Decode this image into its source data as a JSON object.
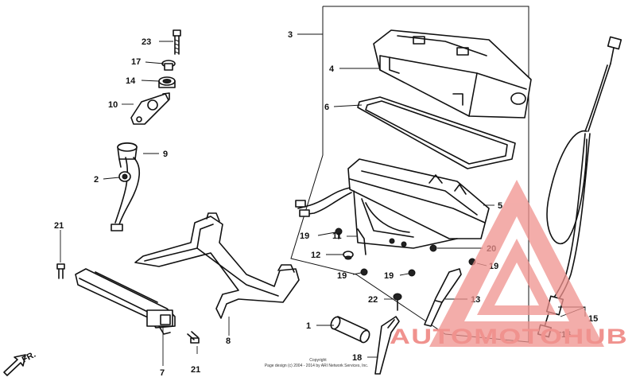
{
  "diagram": {
    "callouts": {
      "c1": "1",
      "c2": "2",
      "c3": "3",
      "c4": "4",
      "c5": "5",
      "c6": "6",
      "c7": "7",
      "c8": "8",
      "c9": "9",
      "c10": "10",
      "c11": "11",
      "c12": "12",
      "c13": "13",
      "c14": "14",
      "c15": "15",
      "c16": "16",
      "c17": "17",
      "c18": "18",
      "c19a": "19",
      "c19b": "19",
      "c19c": "19",
      "c19d": "19",
      "c20": "20",
      "c21a": "21",
      "c21b": "21",
      "c22": "22",
      "c23": "23"
    },
    "front_marker": "FR.",
    "copyright_line1": "Copyright",
    "copyright_line2": "Page design (c) 2004 - 2014 by ARI Network Services, Inc."
  },
  "watermark": {
    "brand": "AUTOMOTOHUB",
    "color": "#f0928e"
  }
}
